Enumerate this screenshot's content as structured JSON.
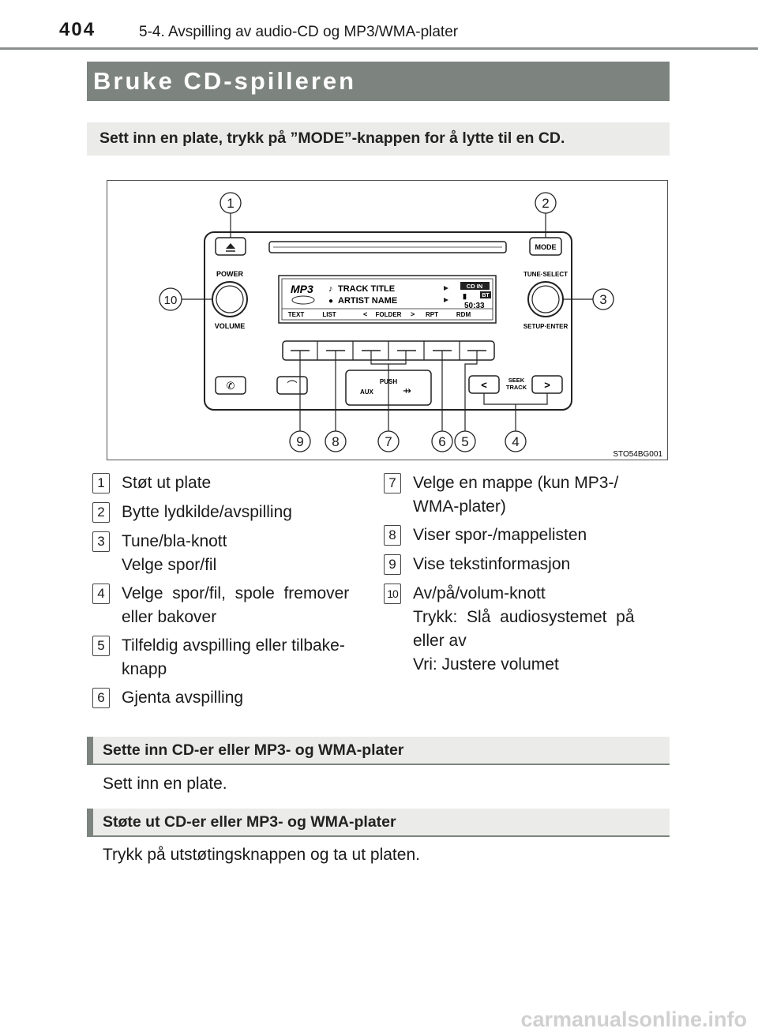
{
  "header": {
    "page_number": "404",
    "chapter": "5-4. Avspilling av audio-CD og MP3/WMA-plater"
  },
  "banner_title": "Bruke CD-spilleren",
  "intro_text": "Sett inn en plate, trykk på ”MODE”-knappen for å lytte til en CD.",
  "figure": {
    "code": "STO54BG001",
    "labels": {
      "mode": "MODE",
      "power": "POWER",
      "volume": "VOLUME",
      "tune_select": "TUNE·SELECT",
      "setup_enter": "SETUP·ENTER",
      "mp3": "MP3",
      "track_title": "TRACK TITLE",
      "artist_name": "ARTIST NAME",
      "cd_in": "CD IN",
      "bt": "BT",
      "time": "50:33",
      "text": "TEXT",
      "list": "LIST",
      "folder": "FOLDER",
      "rpt": "RPT",
      "rdm": "RDM",
      "push": "PUSH",
      "aux": "AUX",
      "seek": "SEEK",
      "track": "TRACK"
    },
    "callouts": [
      "1",
      "2",
      "3",
      "4",
      "5",
      "6",
      "7",
      "8",
      "9",
      "10"
    ]
  },
  "items_left": [
    {
      "num": "1",
      "lines": [
        "Støt ut plate"
      ]
    },
    {
      "num": "2",
      "lines": [
        "Bytte lydkilde/avspilling"
      ]
    },
    {
      "num": "3",
      "lines": [
        "Tune/bla-knott",
        "Velge spor/fil"
      ]
    },
    {
      "num": "4",
      "lines": [
        "Velge  spor/fil,  spole  fremover",
        "eller bakover"
      ]
    },
    {
      "num": "5",
      "lines": [
        "Tilfeldig avspilling eller tilbake-",
        "knapp"
      ]
    },
    {
      "num": "6",
      "lines": [
        "Gjenta avspilling"
      ]
    }
  ],
  "items_right": [
    {
      "num": "7",
      "lines": [
        "Velge en mappe (kun MP3-/",
        "WMA-plater)"
      ]
    },
    {
      "num": "8",
      "lines": [
        "Viser spor-/mappelisten"
      ]
    },
    {
      "num": "9",
      "lines": [
        "Vise tekstinformasjon"
      ]
    },
    {
      "num": "10",
      "lines": [
        "Av/på/volum-knott",
        "Trykk:  Slå  audiosystemet  på",
        "eller av",
        "Vri: Justere volumet"
      ]
    }
  ],
  "section1": {
    "title": "Sette inn CD-er eller MP3- og WMA-plater",
    "body": "Sett inn en plate."
  },
  "section2": {
    "title": "Støte ut CD-er eller MP3- og WMA-plater",
    "body": "Trykk på utstøtingsknappen og ta ut platen."
  },
  "watermark": "carmanualsonline.info"
}
